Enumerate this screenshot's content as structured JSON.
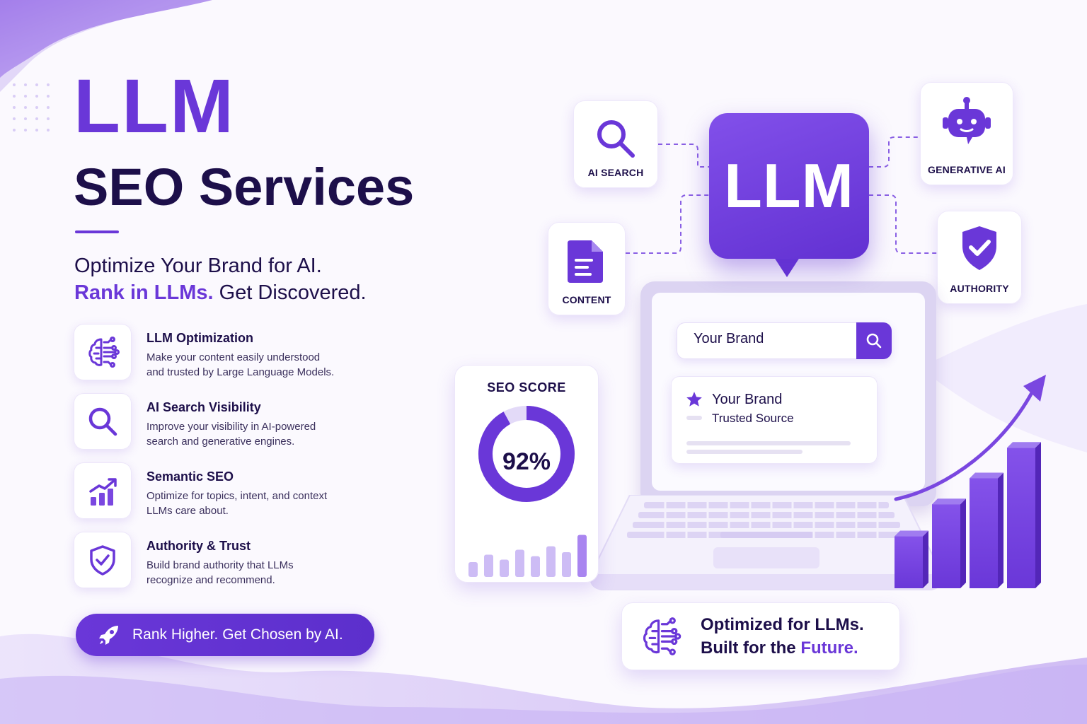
{
  "colors": {
    "accent": "#6a37d8",
    "dark": "#1d0f4a",
    "background": "#fbf9fe",
    "bar": "#7a47e0"
  },
  "hero": {
    "title_line1": "LLM",
    "title_line2": "SEO Services",
    "tagline_line1": "Optimize Your Brand for AI.",
    "tagline_highlight": "Rank in LLMs.",
    "tagline_rest": " Get Discovered."
  },
  "features": [
    {
      "icon": "brain-circuit-icon",
      "title": "LLM Optimization",
      "desc_line1": "Make your content easily understood",
      "desc_line2": "and trusted by Large Language Models."
    },
    {
      "icon": "search-icon",
      "title": "AI Search Visibility",
      "desc_line1": "Improve your visibility in AI-powered",
      "desc_line2": "search and generative engines."
    },
    {
      "icon": "growth-chart-icon",
      "title": "Semantic SEO",
      "desc_line1": "Optimize for topics, intent, and context",
      "desc_line2": "LLMs care about."
    },
    {
      "icon": "shield-check-icon",
      "title": "Authority & Trust",
      "desc_line1": "Build brand authority that LLMs",
      "desc_line2": "recognize and recommend."
    }
  ],
  "cta": {
    "icon": "rocket-icon",
    "label": "Rank Higher. Get Chosen by AI."
  },
  "diagram": {
    "center_label": "LLM",
    "nodes": [
      {
        "icon": "search-icon",
        "label": "AI SEARCH"
      },
      {
        "icon": "robot-icon",
        "label": "GENERATIVE AI"
      },
      {
        "icon": "document-icon",
        "label": "CONTENT"
      },
      {
        "icon": "shield-check-icon",
        "label": "AUTHORITY"
      }
    ]
  },
  "laptop": {
    "search_value": "Your Brand",
    "result_title": "Your Brand",
    "result_subtitle": "Trusted Source"
  },
  "score_card": {
    "title": "SEO SCORE",
    "value_label": "92%",
    "value": 92,
    "mini_bars": [
      0.3,
      0.45,
      0.35,
      0.55,
      0.42,
      0.62,
      0.5,
      0.85
    ]
  },
  "growth_bars": [
    0.34,
    0.55,
    0.72,
    0.92
  ],
  "badge": {
    "icon": "brain-circuit-icon",
    "line1": "Optimized for LLMs.",
    "line2_plain": "Built for the ",
    "line2_highlight": "Future."
  }
}
